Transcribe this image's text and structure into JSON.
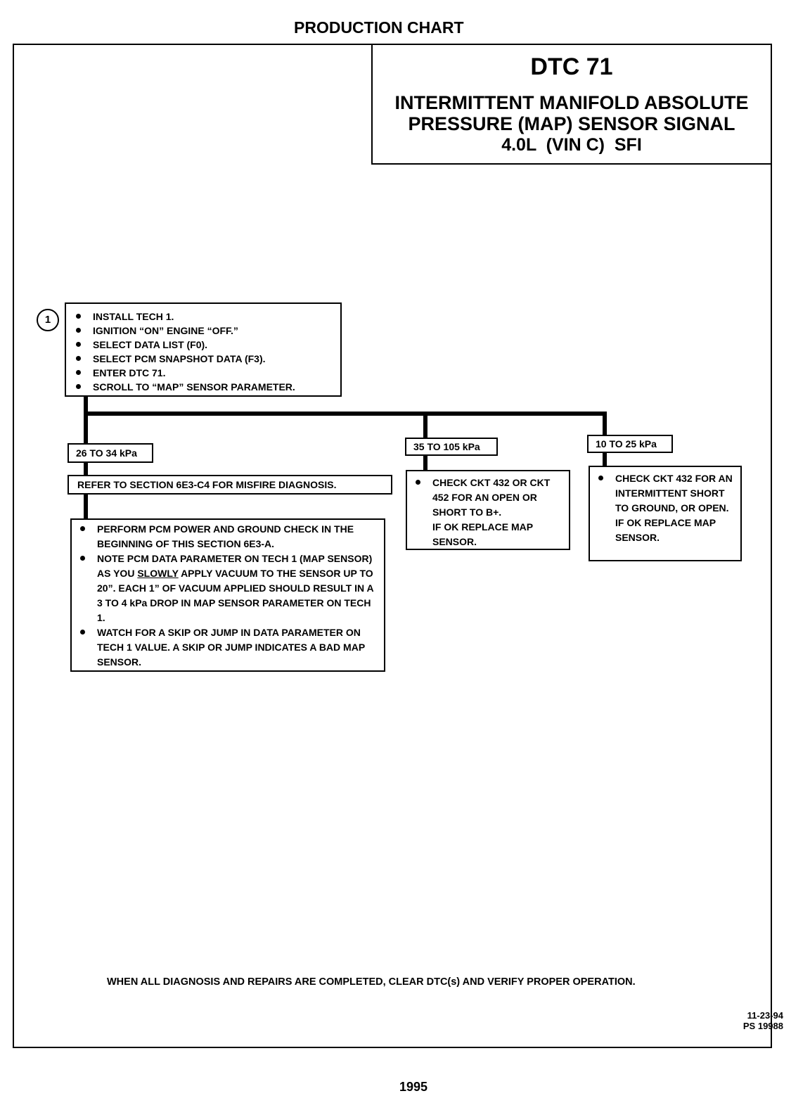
{
  "header": {
    "chart_type": "PRODUCTION CHART"
  },
  "title_block": {
    "code": "DTC 71",
    "title_line1": "INTERMITTENT MANIFOLD ABSOLUTE",
    "title_line2": "PRESSURE (MAP) SENSOR SIGNAL",
    "engine": "4.0L  (VIN C)  SFI"
  },
  "step1": {
    "marker": "1",
    "items": [
      "INSTALL TECH 1.",
      "IGNITION “ON” ENGINE “OFF.”",
      "SELECT DATA LIST (F0).",
      "SELECT PCM SNAPSHOT DATA (F3).",
      "ENTER DTC 71.",
      "SCROLL TO “MAP” SENSOR PARAMETER."
    ]
  },
  "branches": {
    "left": {
      "label": "26 TO 34 kPa",
      "refer": "REFER TO SECTION 6E3-C4 FOR MISFIRE DIAGNOSIS.",
      "items": {
        "a": "PERFORM PCM POWER AND GROUND CHECK IN THE BEGINNING OF THIS SECTION 6E3-A.",
        "b_pre": "NOTE PCM DATA PARAMETER ON TECH 1 (MAP SENSOR) AS YOU",
        "b_em": "SLOWLY",
        "b_post": "APPLY VACUUM TO THE SENSOR UP TO 20”.  EACH 1” OF VACUUM APPLIED SHOULD RESULT IN A 3 TO 4 kPa DROP IN MAP SENSOR PARAMETER ON TECH 1.",
        "c": "WATCH FOR A SKIP OR JUMP IN DATA PARAMETER ON TECH 1 VALUE.  A SKIP OR JUMP INDICATES A BAD MAP SENSOR."
      }
    },
    "middle": {
      "label": "35 TO 105 kPa",
      "item_line1": "CHECK CKT 432 OR CKT 452 FOR AN OPEN OR SHORT TO B+.",
      "item_line2": "IF OK REPLACE MAP SENSOR."
    },
    "right": {
      "label": "10 TO 25 kPa",
      "item_line1": "CHECK CKT 432 FOR AN INTERMITTENT SHORT TO GROUND, OR OPEN.",
      "item_line2": "IF OK REPLACE MAP SENSOR."
    }
  },
  "footer": {
    "note": "WHEN ALL DIAGNOSIS AND REPAIRS ARE COMPLETED, CLEAR DTC(s) AND VERIFY PROPER OPERATION.",
    "date": "11-23-94",
    "ps": "PS 19988",
    "page_number": "1995"
  }
}
